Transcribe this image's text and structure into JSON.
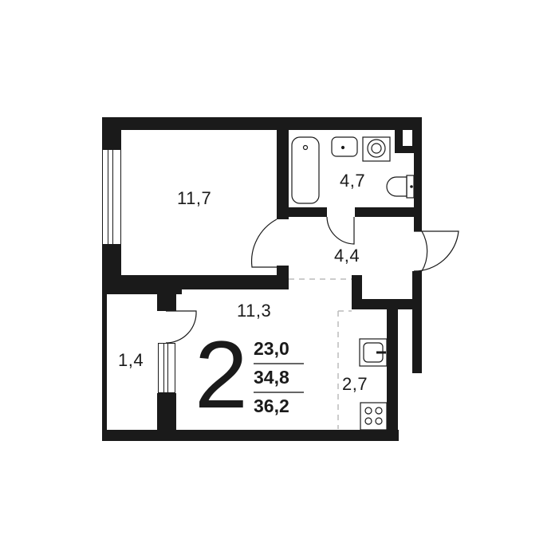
{
  "plan": {
    "rooms_count": "2",
    "areas": {
      "living": "23,0",
      "total": "34,8",
      "total_with_balcony": "36,2"
    },
    "rooms": [
      {
        "id": "bedroom",
        "area": "11,7"
      },
      {
        "id": "bathroom",
        "area": "4,7"
      },
      {
        "id": "hallway",
        "area": "4,4"
      },
      {
        "id": "living-room",
        "area": "11,3"
      },
      {
        "id": "balcony",
        "area": "1,4"
      },
      {
        "id": "kitchen",
        "area": "2,7"
      }
    ]
  }
}
